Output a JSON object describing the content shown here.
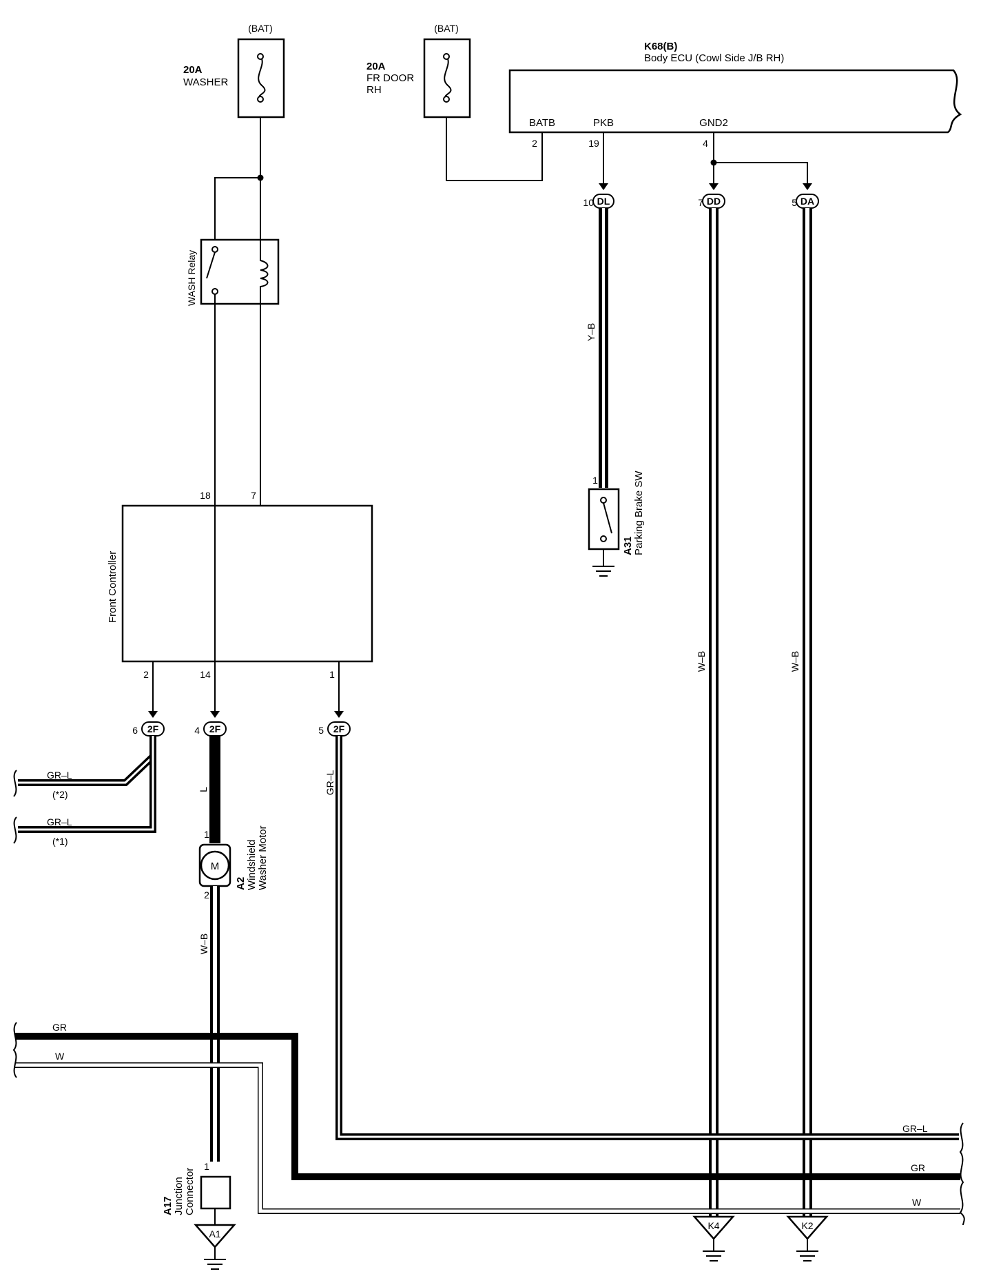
{
  "diagram": {
    "colors": {
      "line": "#000000",
      "background": "#ffffff",
      "wire_white": "#ffffff"
    },
    "fuses": [
      {
        "source": "(BAT)",
        "rating": "20A",
        "name": "WASHER"
      },
      {
        "source": "(BAT)",
        "rating": "20A",
        "name_line1": "FR DOOR",
        "name_line2": "RH"
      }
    ],
    "body_ecu": {
      "id": "K68(B)",
      "name": "Body ECU (Cowl Side J/B RH)",
      "pins": [
        {
          "name": "BATB",
          "number": "2"
        },
        {
          "name": "PKB",
          "number": "19"
        },
        {
          "name": "GND2",
          "number": "4"
        }
      ]
    },
    "wash_relay": {
      "label": "WASH Relay"
    },
    "front_controller": {
      "label": "Front Controller",
      "top_pins": [
        "18",
        "7"
      ],
      "bottom_pins": [
        "2",
        "14",
        "1"
      ]
    },
    "connectors": [
      {
        "pin": "10",
        "code": "DL"
      },
      {
        "pin": "7",
        "code": "DD"
      },
      {
        "pin": "5",
        "code": "DA"
      },
      {
        "pin": "6",
        "code": "2F"
      },
      {
        "pin": "4",
        "code": "2F"
      },
      {
        "pin": "5",
        "code": "2F"
      }
    ],
    "parking_brake": {
      "id": "A31",
      "name": "Parking Brake SW",
      "pin": "1"
    },
    "washer_motor": {
      "id": "A2",
      "name_line1": "Windshield",
      "name_line2": "Washer Motor",
      "symbol": "M",
      "pin_top": "1",
      "pin_bottom": "2"
    },
    "junction_connector": {
      "id": "A17",
      "name_line1": "Junction",
      "name_line2": "Connector",
      "pin": "1"
    },
    "wire_colors": {
      "y_b": "Y–B",
      "w_b": "W–B",
      "l": "L",
      "gr_l": "GR–L",
      "gr": "GR",
      "w": "W"
    },
    "notes": {
      "n2": "(*2)",
      "n1": "(*1)"
    },
    "grounds": [
      "A1",
      "K4",
      "K2"
    ]
  }
}
